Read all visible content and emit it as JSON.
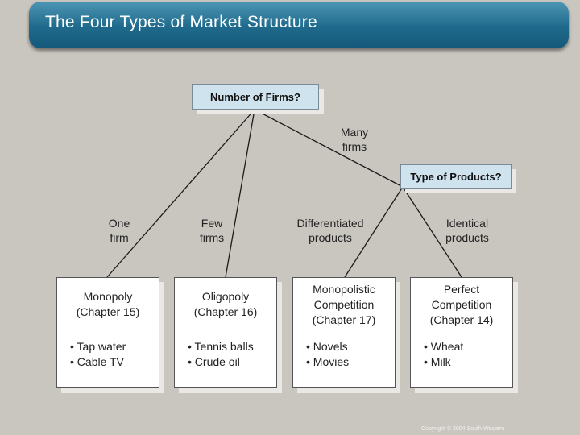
{
  "header": {
    "title": "The Four Types of Market Structure"
  },
  "questions": {
    "number_of_firms": "Number of Firms?",
    "type_of_products": "Type of Products?"
  },
  "branch_labels": {
    "many_firms": "Many\nfirms",
    "one_firm": "One\nfirm",
    "few_firms": "Few\nfirms",
    "differentiated": "Differentiated\nproducts",
    "identical": "Identical\nproducts"
  },
  "structures": [
    {
      "name": "Monopoly\n(Chapter 15)",
      "examples": [
        "• Tap water",
        "• Cable TV"
      ]
    },
    {
      "name": "Oligopoly\n(Chapter 16)",
      "examples": [
        "• Tennis balls",
        "• Crude oil"
      ]
    },
    {
      "name": "Monopolistic\nCompetition\n(Chapter 17)",
      "examples": [
        "• Novels",
        "• Movies"
      ]
    },
    {
      "name": "Perfect\nCompetition\n(Chapter 14)",
      "examples": [
        "• Wheat",
        "• Milk"
      ]
    }
  ],
  "footer": {
    "copyright": "Copyright © 2004 South-Western"
  },
  "colors": {
    "title_bar": "#1f6a8c",
    "background": "#c9c6bf",
    "question_box": "#cfe3ef"
  }
}
